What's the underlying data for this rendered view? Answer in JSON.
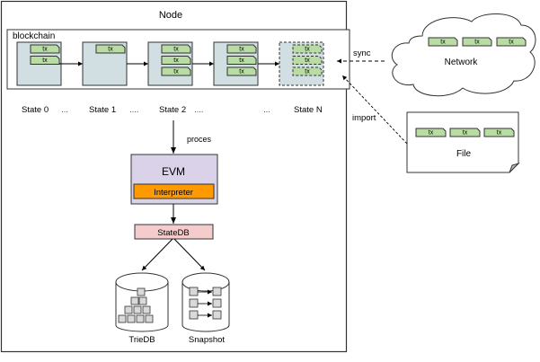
{
  "node": {
    "title": "Node",
    "blockchain_label": "blockchain",
    "blocks": [
      {
        "txs": [
          "tx",
          "tx"
        ],
        "pending": false
      },
      {
        "txs": [
          "tx"
        ],
        "pending": false
      },
      {
        "txs": [
          "tx",
          "tx",
          "tx"
        ],
        "pending": false
      },
      {
        "txs": [
          "tx",
          "tx",
          "tx"
        ],
        "pending": false
      },
      {
        "txs": [
          "tx",
          "tx",
          "tx"
        ],
        "pending": true
      }
    ],
    "states": [
      {
        "label": "State 0"
      },
      {
        "label": "…"
      },
      {
        "label": "State 1"
      },
      {
        "label": "…."
      },
      {
        "label": "State 2"
      },
      {
        "label": "…."
      },
      {
        "label": "…"
      },
      {
        "label": "State N"
      }
    ],
    "process_label": "proces",
    "evm": {
      "title": "EVM",
      "interpreter": "Interpreter"
    },
    "statedb": "StateDB",
    "triedb": "TrieDB",
    "snapshot": "Snapshot"
  },
  "network": {
    "label": "Network",
    "txs": [
      "tx",
      "tx",
      "tx"
    ]
  },
  "file": {
    "label": "File",
    "txs": [
      "tx",
      "tx",
      "tx"
    ]
  },
  "edges": {
    "sync": "sync",
    "import": "import"
  },
  "colors": {
    "block_fill": "#d1dfe3",
    "tx_fill": "#b9dba4",
    "tx_stroke": "#38761d",
    "evm_fill": "#d9d2e9",
    "interpreter_fill": "#ff9900",
    "statedb_fill": "#f4cccc",
    "db_box_fill": "#d9d9d9",
    "stroke": "#333333"
  }
}
